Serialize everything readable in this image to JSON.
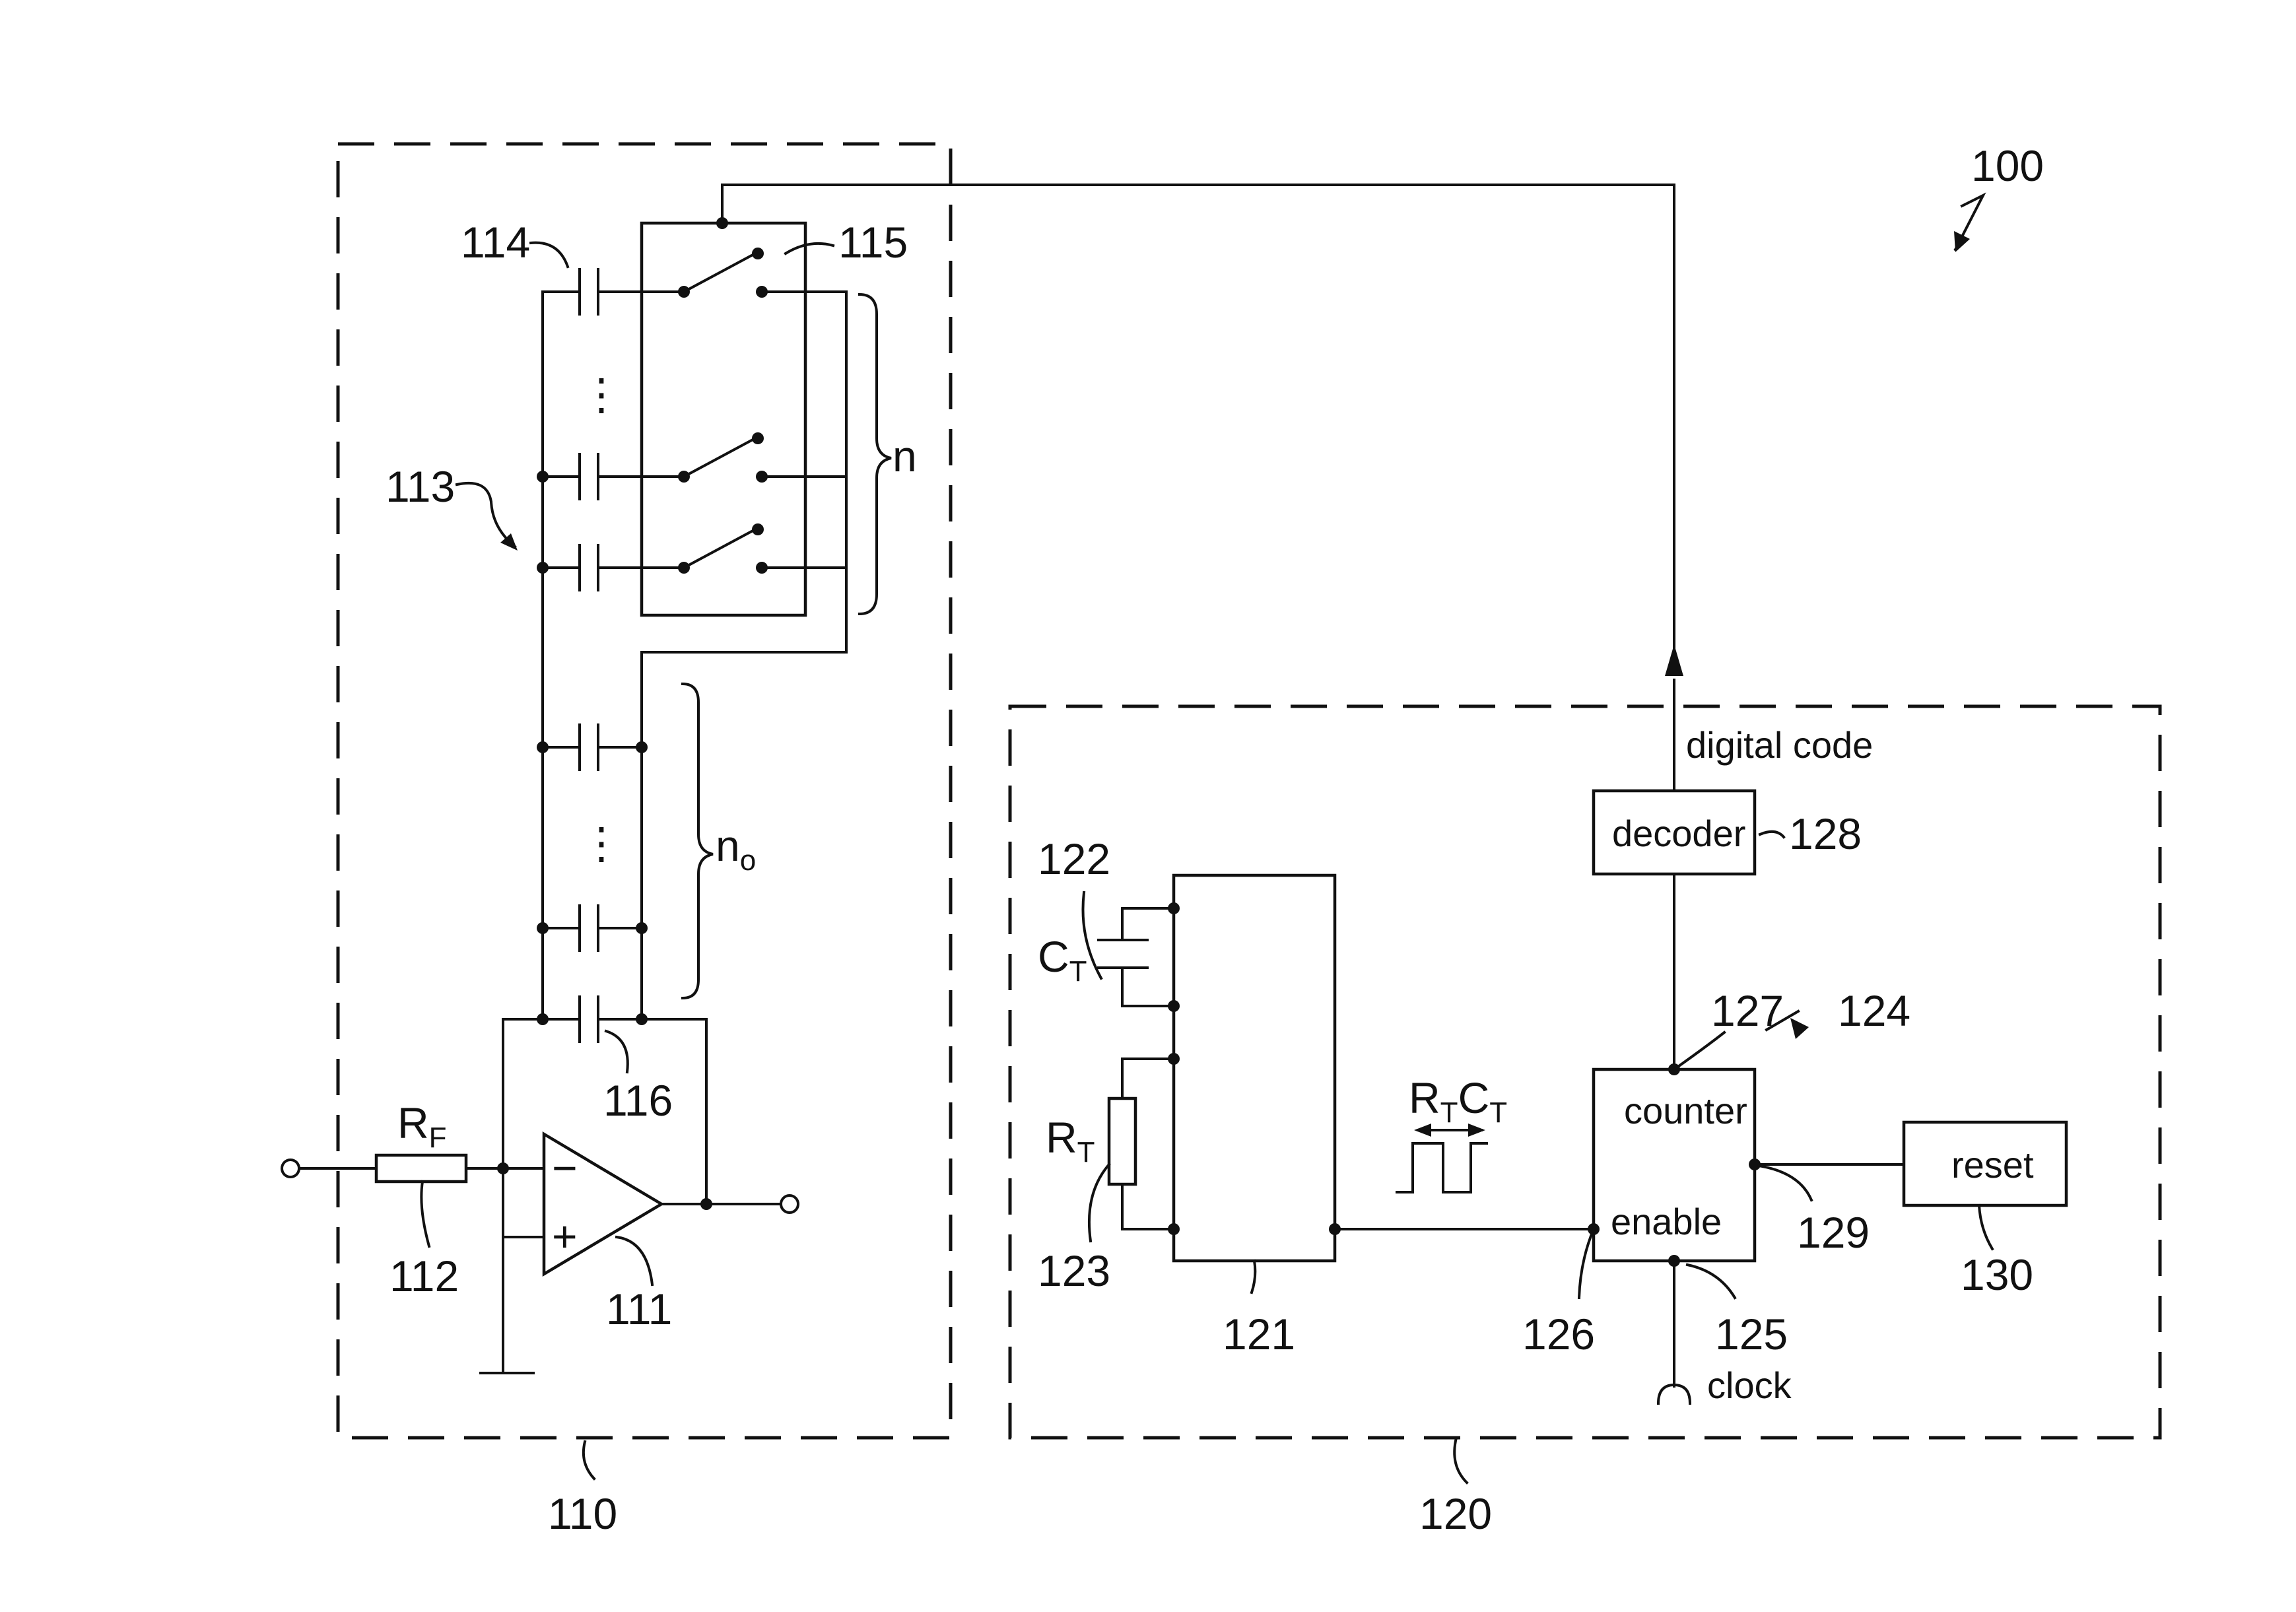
{
  "refs": {
    "system": "100",
    "tunable_block": "110",
    "opamp": "111",
    "resistor_rf": "112",
    "cap_array": "113",
    "switched_cap": "114",
    "switch_bank": "115",
    "fixed_cap": "116",
    "measure_block": "120",
    "timer": "121",
    "timing_cap": "122",
    "timing_res": "123",
    "counter_unit": "124",
    "clock_node": "125",
    "enable_node": "126",
    "output_node": "127",
    "decoder": "128",
    "reset_node": "129",
    "reset_block": "130"
  },
  "labels": {
    "rf": "R",
    "rf_sub": "F",
    "ct": "C",
    "ct_sub": "T",
    "rt": "R",
    "rt_sub": "T",
    "rtct_r": "R",
    "rtct_r_sub": "T",
    "rtct_c": "C",
    "rtct_c_sub": "T",
    "n": "n",
    "n0": "n",
    "n0_sub": "o",
    "minus": "−",
    "plus": "+",
    "dots": "⋮",
    "decoder": "decoder",
    "counter": "counter",
    "enable": "enable",
    "reset": "reset",
    "clock": "clock",
    "digital_code": "digital code"
  }
}
